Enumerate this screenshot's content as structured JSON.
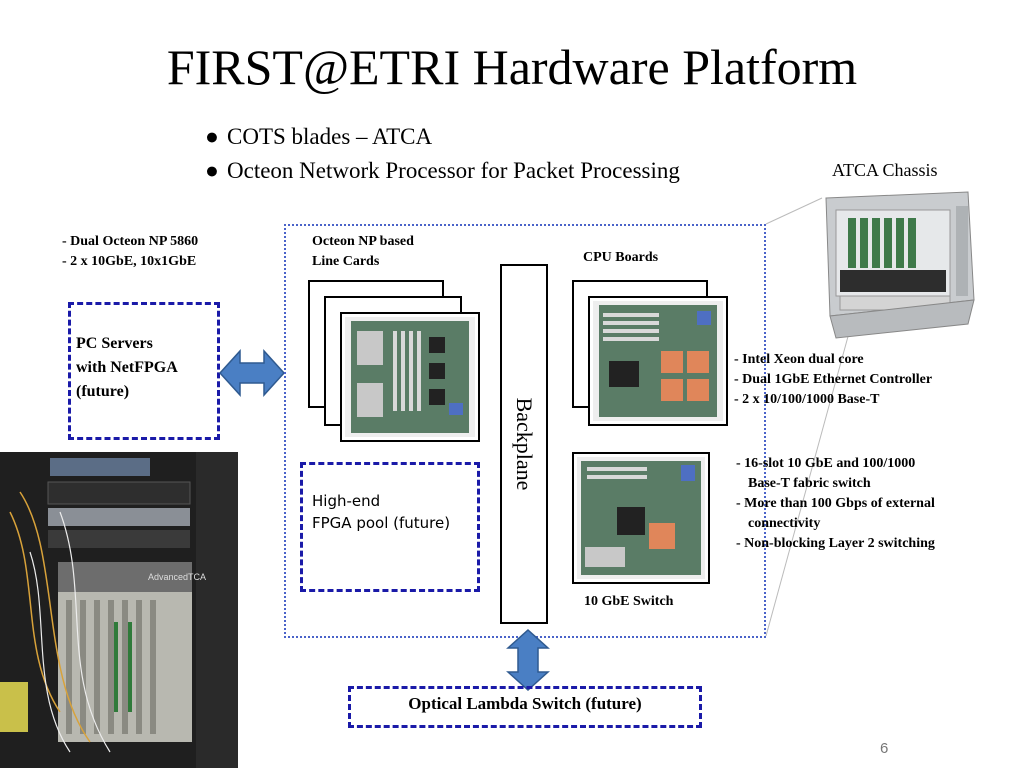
{
  "title": "FIRST@ETRI Hardware Platform",
  "bullets": [
    "COTS blades – ATCA",
    "Octeon Network Processor for Packet Processing"
  ],
  "chassis_label": "ATCA Chassis",
  "octeon_specs": [
    "- Dual Octeon NP 5860",
    "- 2 x 10GbE, 10x1GbE"
  ],
  "octeon_label": [
    "Octeon NP based",
    "Line Cards"
  ],
  "pc_servers": [
    "PC Servers",
    "with NetFPGA",
    "(future)"
  ],
  "fpga_pool": [
    "High-end",
    "FPGA pool (future)"
  ],
  "backplane": "Backplane",
  "cpu_label": "CPU Boards",
  "cpu_specs": [
    "- Intel Xeon dual core",
    "- Dual 1GbE Ethernet Controller",
    "- 2 x 10/100/1000 Base-T"
  ],
  "switch_specs": [
    "- 16-slot 10 GbE and 100/1000",
    "Base-T fabric switch",
    "- More than 100 Gbps of external",
    "connectivity",
    "- Non-blocking Layer 2 switching"
  ],
  "switch_label": "10 GbE Switch",
  "optical": "Optical Lambda Switch (future)",
  "rack_brand": "AdvancedTCA",
  "page_number": "6"
}
